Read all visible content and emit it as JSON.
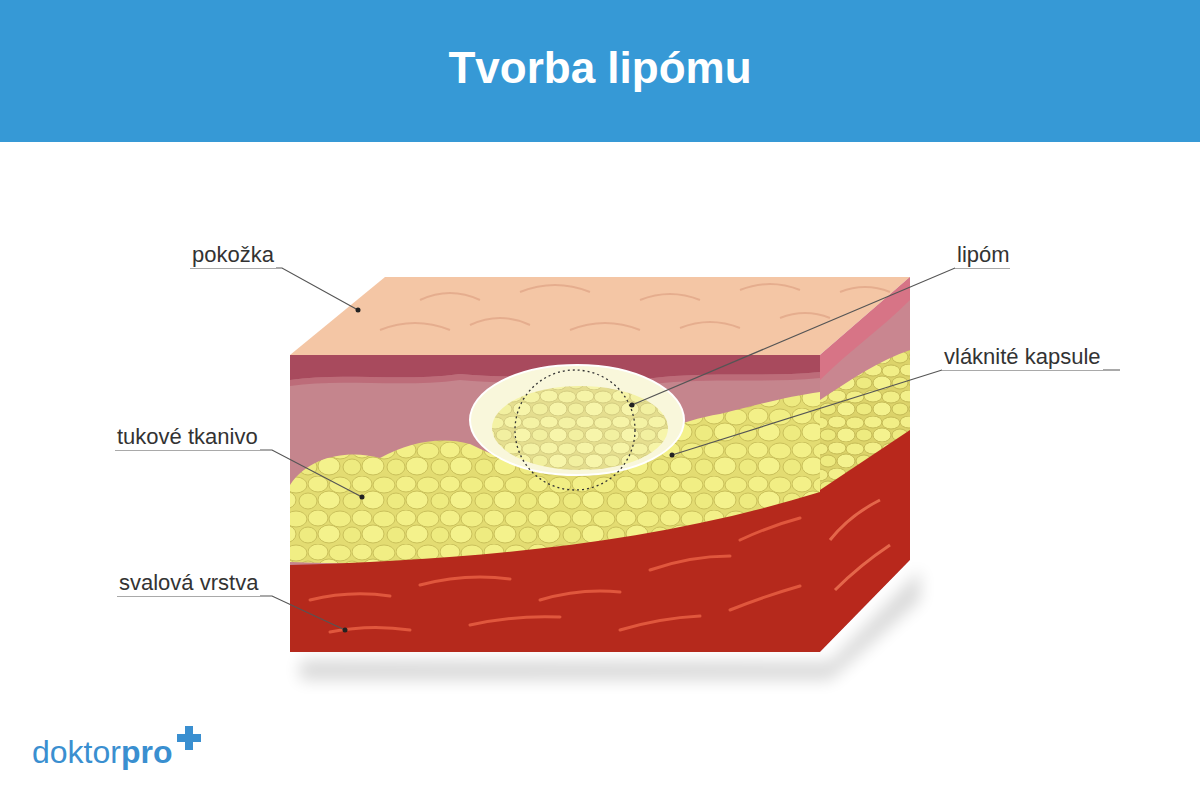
{
  "diagram": {
    "title": "Tvorba lipómu",
    "labels": [
      "pokožka",
      "lipóm",
      "vláknité kapsule",
      "tukové tkanivo",
      "svalová vrstva",
      "doktor",
      "pro"
    ]
  }
}
